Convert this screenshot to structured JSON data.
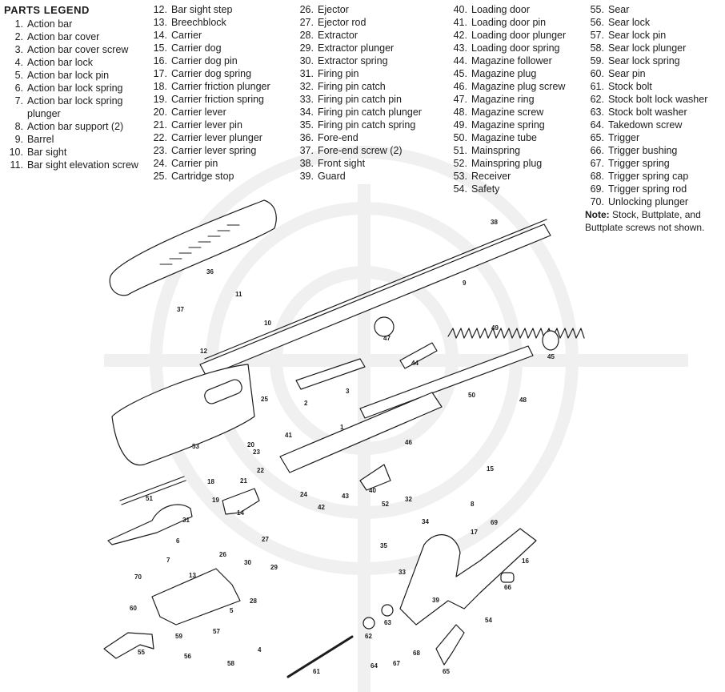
{
  "legend": {
    "title": "PARTS LEGEND",
    "columns": [
      [
        {
          "n": "1.",
          "t": "Action bar"
        },
        {
          "n": "2.",
          "t": "Action bar cover"
        },
        {
          "n": "3.",
          "t": "Action bar cover screw"
        },
        {
          "n": "4.",
          "t": "Action bar lock"
        },
        {
          "n": "5.",
          "t": "Action bar lock pin"
        },
        {
          "n": "6.",
          "t": "Action bar lock spring"
        },
        {
          "n": "7.",
          "t": "Action bar lock spring plunger"
        },
        {
          "n": "8.",
          "t": "Action bar support (2)"
        },
        {
          "n": "9.",
          "t": "Barrel"
        },
        {
          "n": "10.",
          "t": "Bar sight"
        },
        {
          "n": "11.",
          "t": "Bar sight elevation screw"
        }
      ],
      [
        {
          "n": "12.",
          "t": "Bar sight step"
        },
        {
          "n": "13.",
          "t": "Breechblock"
        },
        {
          "n": "14.",
          "t": "Carrier"
        },
        {
          "n": "15.",
          "t": "Carrier dog"
        },
        {
          "n": "16.",
          "t": "Carrier dog pin"
        },
        {
          "n": "17.",
          "t": "Carrier dog spring"
        },
        {
          "n": "18.",
          "t": "Carrier friction plunger"
        },
        {
          "n": "19.",
          "t": "Carrier friction spring"
        },
        {
          "n": "20.",
          "t": "Carrier lever"
        },
        {
          "n": "21.",
          "t": "Carrier lever pin"
        },
        {
          "n": "22.",
          "t": "Carrier lever plunger"
        },
        {
          "n": "23.",
          "t": "Carrier lever spring"
        },
        {
          "n": "24.",
          "t": "Carrier pin"
        },
        {
          "n": "25.",
          "t": "Cartridge stop"
        }
      ],
      [
        {
          "n": "26.",
          "t": "Ejector"
        },
        {
          "n": "27.",
          "t": "Ejector rod"
        },
        {
          "n": "28.",
          "t": "Extractor"
        },
        {
          "n": "29.",
          "t": "Extractor plunger"
        },
        {
          "n": "30.",
          "t": "Extractor spring"
        },
        {
          "n": "31.",
          "t": "Firing pin"
        },
        {
          "n": "32.",
          "t": "Firing pin catch"
        },
        {
          "n": "33.",
          "t": "Firing pin catch pin"
        },
        {
          "n": "34.",
          "t": "Firing pin catch plunger"
        },
        {
          "n": "35.",
          "t": "Firing pin catch spring"
        },
        {
          "n": "36.",
          "t": "Fore-end"
        },
        {
          "n": "37.",
          "t": "Fore-end screw (2)"
        },
        {
          "n": "38.",
          "t": "Front sight"
        },
        {
          "n": "39.",
          "t": "Guard"
        }
      ],
      [
        {
          "n": "40.",
          "t": "Loading door"
        },
        {
          "n": "41.",
          "t": "Loading door pin"
        },
        {
          "n": "42.",
          "t": "Loading door plunger"
        },
        {
          "n": "43.",
          "t": "Loading door spring"
        },
        {
          "n": "44.",
          "t": "Magazine follower"
        },
        {
          "n": "45.",
          "t": "Magazine plug"
        },
        {
          "n": "46.",
          "t": "Magazine plug screw"
        },
        {
          "n": "47.",
          "t": "Magazine ring"
        },
        {
          "n": "48.",
          "t": "Magazine screw"
        },
        {
          "n": "49.",
          "t": "Magazine spring"
        },
        {
          "n": "50.",
          "t": "Magazine tube"
        },
        {
          "n": "51.",
          "t": "Mainspring"
        },
        {
          "n": "52.",
          "t": "Mainspring plug"
        },
        {
          "n": "53.",
          "t": "Receiver"
        },
        {
          "n": "54.",
          "t": "Safety"
        }
      ],
      [
        {
          "n": "55.",
          "t": "Sear"
        },
        {
          "n": "56.",
          "t": "Sear lock"
        },
        {
          "n": "57.",
          "t": "Sear lock pin"
        },
        {
          "n": "58.",
          "t": "Sear lock plunger"
        },
        {
          "n": "59.",
          "t": "Sear lock spring"
        },
        {
          "n": "60.",
          "t": "Sear pin"
        },
        {
          "n": "61.",
          "t": "Stock bolt"
        },
        {
          "n": "62.",
          "t": "Stock bolt lock washer"
        },
        {
          "n": "63.",
          "t": "Stock bolt washer"
        },
        {
          "n": "64.",
          "t": "Takedown screw"
        },
        {
          "n": "65.",
          "t": "Trigger"
        },
        {
          "n": "66.",
          "t": "Trigger bushing"
        },
        {
          "n": "67.",
          "t": "Trigger spring"
        },
        {
          "n": "68.",
          "t": "Trigger spring cap"
        },
        {
          "n": "69.",
          "t": "Trigger spring rod"
        },
        {
          "n": "70.",
          "t": "Unlocking plunger"
        }
      ]
    ],
    "note_label": "Note:",
    "note_line1": "Stock, Buttplate, and",
    "note_line2": "Buttplate screws not shown."
  },
  "callouts": [
    "1",
    "2",
    "3",
    "4",
    "5",
    "6",
    "7",
    "8",
    "9",
    "10",
    "11",
    "12",
    "13",
    "14",
    "15",
    "16",
    "17",
    "18",
    "19",
    "20",
    "21",
    "22",
    "23",
    "24",
    "25",
    "26",
    "27",
    "28",
    "29",
    "30",
    "31",
    "32",
    "33",
    "34",
    "35",
    "36",
    "37",
    "38",
    "39",
    "40",
    "41",
    "42",
    "43",
    "44",
    "45",
    "46",
    "47",
    "48",
    "49",
    "50",
    "51",
    "52",
    "53",
    "54",
    "55",
    "56",
    "57",
    "58",
    "59",
    "60",
    "61",
    "62",
    "63",
    "64",
    "65",
    "66",
    "67",
    "68",
    "69",
    "70"
  ],
  "colors": {
    "ink": "#1c1c1c",
    "watermark": "#f0f0f0"
  }
}
